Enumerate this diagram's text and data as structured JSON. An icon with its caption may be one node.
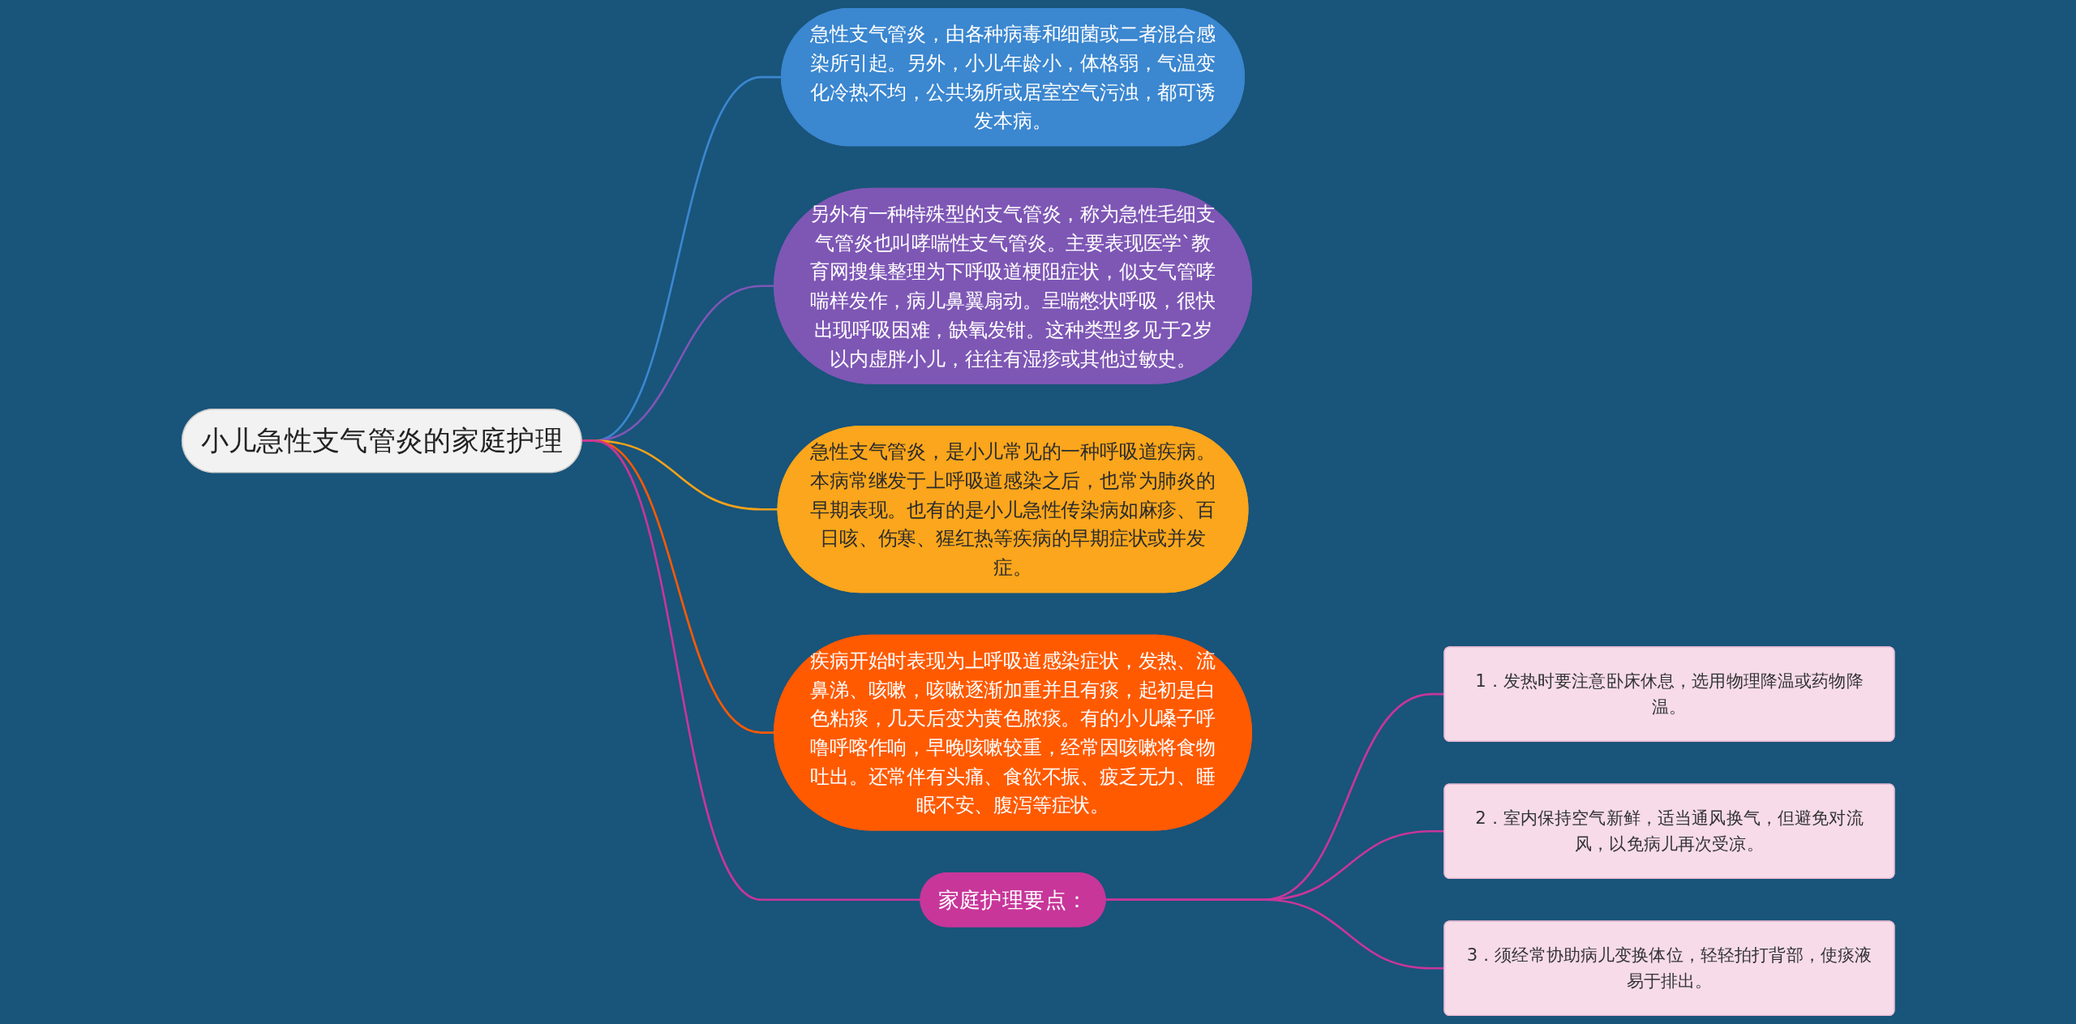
{
  "diagram": {
    "nodes": [
      {
        "text": [
          "小儿急性支气管炎的家庭护理"
        ]
      },
      {
        "text": [
          "急性支气管炎，由各种病毒和细菌或二者混合感染所引起。另外，小儿年龄小，体格弱，气温变化冷热不均，公共场所或居室空气污浊，都可诱发本病。"
        ]
      },
      {
        "text": [
          "另外有一种特殊型的支气管炎，称为急性毛细支气管炎也叫哮喘性支气管炎。主要表现医学`教育网搜集整理为下呼吸道梗阻症状，似支气管哮喘样发作，病儿鼻翼扇动。呈喘憋状呼吸，很快出现呼吸困难，缺氧发钳。这种类型多见于2岁以内虚胖小儿，往往有湿疹或其他过敏史。"
        ]
      },
      {
        "text": [
          "急性支气管炎，是小儿常见的一种呼吸道疾病。本病常继发于上呼吸道感染之后，也常为肺炎的早期表现。也有的是小儿急性传染病如麻疹、百日咳、伤寒、猩红热等疾病的早期症状或并发症。"
        ]
      },
      {
        "text": [
          "疾病开始时表现为上呼吸道感染症状，发热、流鼻涕、咳嗽，咳嗽逐渐加重并且有痰，起初是白色粘痰，几天后变为黄色脓痰。有的小儿嗓子呼噜呼喀作响，早晚咳嗽较重，经常因咳嗽将食物吐出。还常伴有头痛、食欲不振、疲乏无力、睡眠不安、腹泻等症状。"
        ]
      },
      {
        "text": [
          "家庭护理要点："
        ]
      },
      {
        "text": [
          "1．发热时要注意卧床休息，选用物理降温或药物降温。"
        ]
      },
      {
        "text": [
          "2．室内保持空气新鲜，适当通风换气，但避免对流风，以免病儿再次受凉。"
        ]
      },
      {
        "text": [
          "3．须经常协助病儿变换体位，轻轻拍打背部，使痰液易于排出。"
        ]
      }
    ],
    "edges": [
      {
        "from": 0,
        "to": 1,
        "arrow": "none",
        "color": "#3b87d0"
      },
      {
        "from": 0,
        "to": 2,
        "arrow": "none",
        "color": "#7e57b5"
      },
      {
        "from": 0,
        "to": 3,
        "arrow": "none",
        "color": "#f5a31a"
      },
      {
        "from": 0,
        "to": 4,
        "arrow": "none",
        "color": "#ff5a00"
      },
      {
        "from": 0,
        "to": 5,
        "arrow": "none",
        "color": "#c8369a"
      },
      {
        "from": 5,
        "to": 6,
        "arrow": "none",
        "color": "#c8369a"
      },
      {
        "from": 5,
        "to": 7,
        "arrow": "none",
        "color": "#c8369a"
      },
      {
        "from": 5,
        "to": 8,
        "arrow": "none",
        "color": "#c8369a"
      }
    ]
  }
}
